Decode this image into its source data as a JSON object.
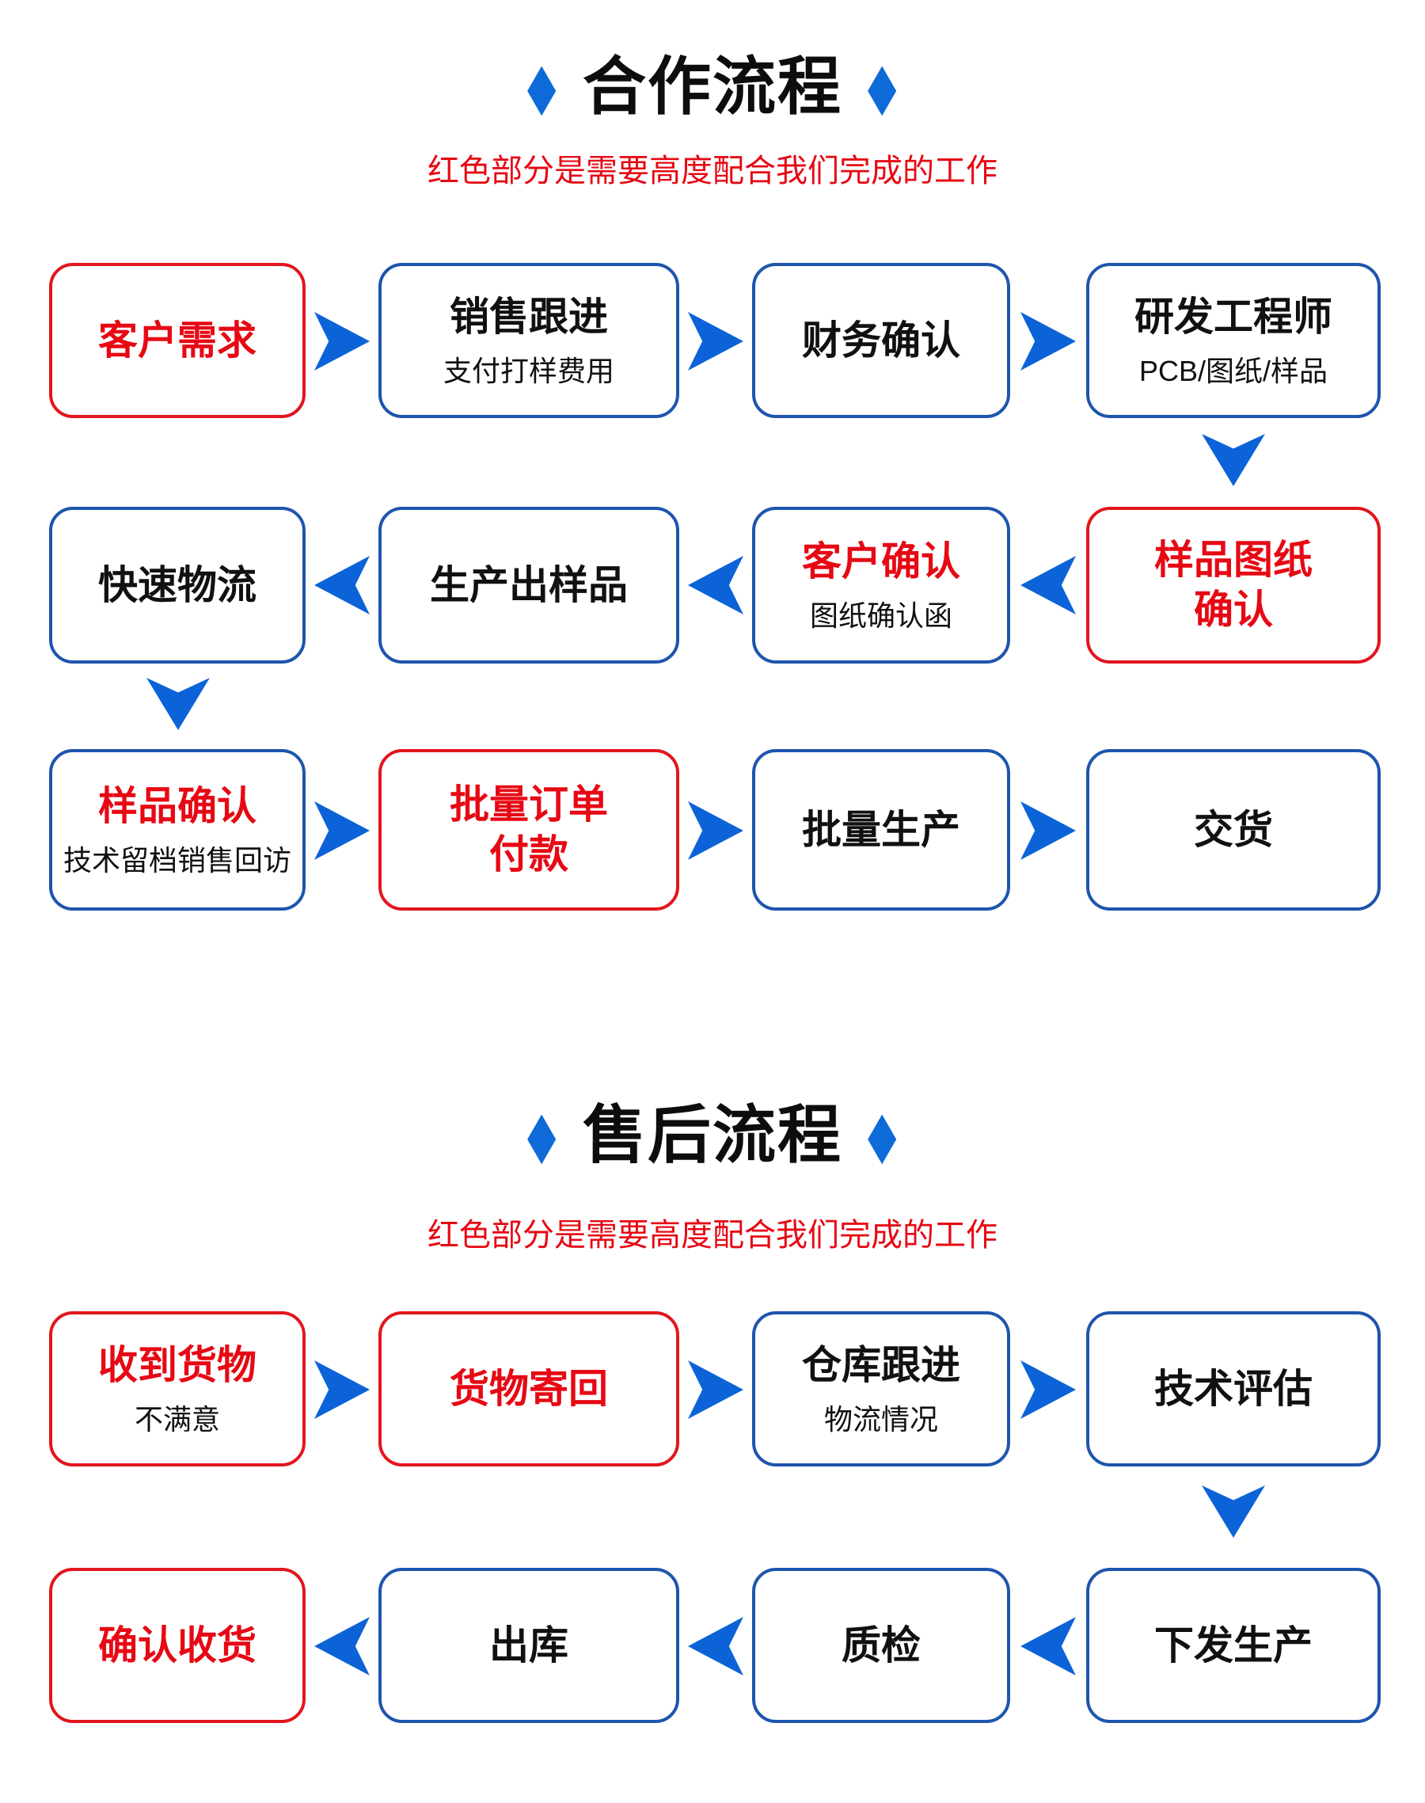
{
  "colors": {
    "blue_border": "#1e55ad",
    "red_border": "#e1161e",
    "red_text": "#e60914",
    "black_text": "#111111",
    "arrow_blue": "#0c63d8",
    "diamond_blue": "#0e6ad8",
    "background": "#ffffff"
  },
  "icons": {
    "diamond": "◆"
  },
  "section1": {
    "title": "合作流程",
    "subtitle": "红色部分是需要高度配合我们完成的工作",
    "row1": {
      "box1": {
        "title": "客户需求"
      },
      "box2": {
        "title": "销售跟进",
        "sub": "支付打样费用"
      },
      "box3": {
        "title": "财务确认"
      },
      "box4": {
        "title": "研发工程师",
        "sub": "PCB/图纸/样品"
      }
    },
    "row2": {
      "box1": {
        "title": "快速物流"
      },
      "box2": {
        "title": "生产出样品"
      },
      "box3": {
        "title": "客户确认",
        "sub": "图纸确认函"
      },
      "box4": {
        "title": "样品图纸",
        "title2": "确认"
      }
    },
    "row3": {
      "box1": {
        "title": "样品确认",
        "sub": "技术留档销售回访"
      },
      "box2": {
        "title": "批量订单",
        "title2": "付款"
      },
      "box3": {
        "title": "批量生产"
      },
      "box4": {
        "title": "交货"
      }
    }
  },
  "section2": {
    "title": "售后流程",
    "subtitle": "红色部分是需要高度配合我们完成的工作",
    "row1": {
      "box1": {
        "title": "收到货物",
        "sub": "不满意"
      },
      "box2": {
        "title": "货物寄回"
      },
      "box3": {
        "title": "仓库跟进",
        "sub": "物流情况"
      },
      "box4": {
        "title": "技术评估"
      }
    },
    "row2": {
      "box1": {
        "title": "确认收货"
      },
      "box2": {
        "title": "出库"
      },
      "box3": {
        "title": "质检"
      },
      "box4": {
        "title": "下发生产"
      }
    }
  }
}
